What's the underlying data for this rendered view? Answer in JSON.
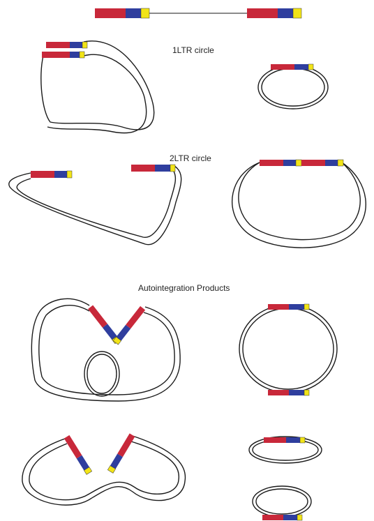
{
  "labels": {
    "one_ltr": "1LTR circle",
    "two_ltr": "2LTR circle",
    "autointegration": "Autointegration Products"
  },
  "colors": {
    "ltr_u3": "#c8283a",
    "ltr_r": "#2f3e9e",
    "ltr_u5": "#f2e417",
    "linker": "#8a8a8a",
    "dna_strand": "#1a1a1a"
  }
}
